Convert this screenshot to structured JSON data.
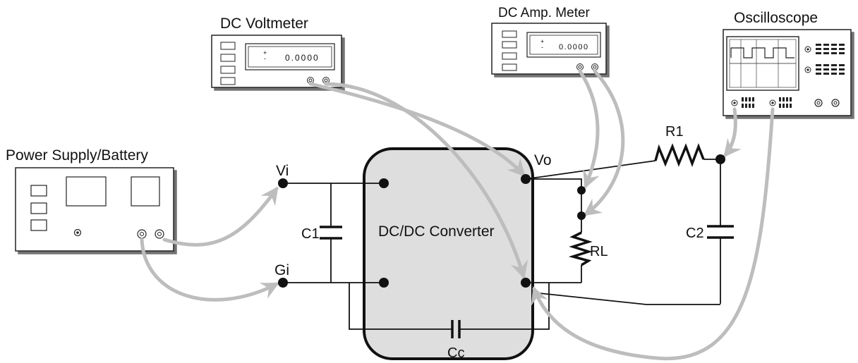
{
  "instruments": {
    "voltmeter": {
      "title": "DC Voltmeter",
      "sign": "+\n-",
      "reading": "0.0000"
    },
    "ammeter": {
      "title": "DC Amp. Meter",
      "sign": "+\n-",
      "reading": "0.0000"
    },
    "oscilloscope": {
      "title": "Oscilloscope"
    },
    "power_supply": {
      "title": "Power Supply/Battery"
    }
  },
  "circuit": {
    "converter_label": "DC/DC Converter",
    "nodes": {
      "vi": "Vi",
      "gi": "Gi",
      "vo": "Vo"
    },
    "components": {
      "c1": "C1",
      "c2": "C2",
      "cc": "Cc",
      "r1": "R1",
      "rl": "RL"
    }
  },
  "colors": {
    "wire": "#111111",
    "probe_cable": "#bdbdbd",
    "converter_fill": "#dedede",
    "panel_stroke": "#222222"
  }
}
